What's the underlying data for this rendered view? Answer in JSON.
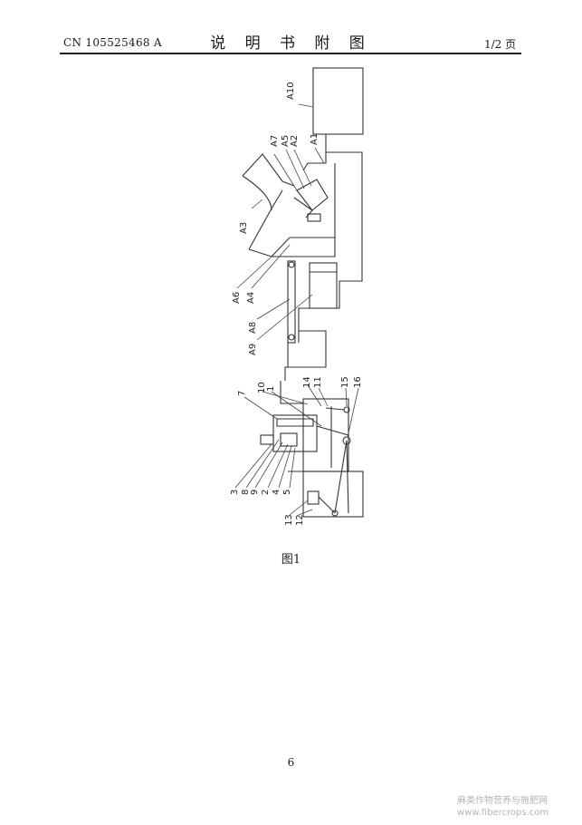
{
  "header": {
    "publication_number": "CN 105525468 A",
    "section_title": "说 明 书 附 图",
    "page_of_total": "1/2 页"
  },
  "figure": {
    "caption": "图1",
    "labels": {
      "A10": "A10",
      "A7": "A7",
      "A5": "A5",
      "A2": "A2",
      "A1": "A1",
      "A3": "A3",
      "A6": "A6",
      "A4": "A4",
      "A8": "A8",
      "A9": "A9",
      "n7": "7",
      "n10": "10",
      "n1": "1",
      "n14": "14",
      "n11": "11",
      "n15": "15",
      "n16": "16",
      "n3": "3",
      "n8": "8",
      "n9": "9",
      "n2": "2",
      "n4": "4",
      "n5": "5",
      "n13": "13",
      "n12": "12"
    }
  },
  "footer": {
    "page_number": "6"
  },
  "watermark": {
    "line1": "麻类作物营养与施肥网",
    "line2": "www.fibercrops.com"
  }
}
